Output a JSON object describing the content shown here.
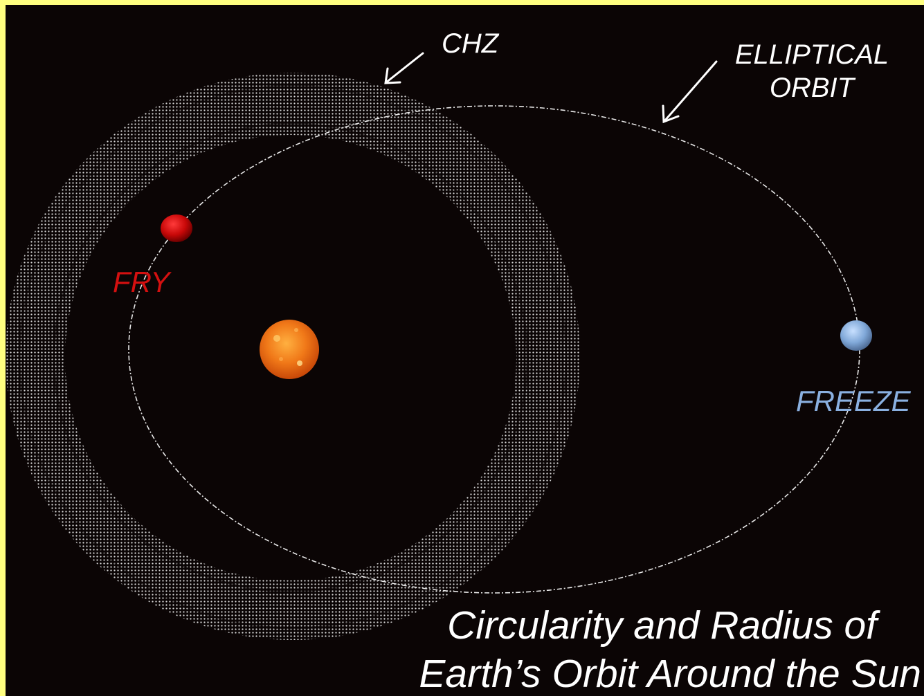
{
  "labels": {
    "chz": "CHZ",
    "elliptical_orbit_line1": "ELLIPTICAL",
    "elliptical_orbit_line2": "ORBIT",
    "fry": "FRY",
    "freeze": "FREEZE"
  },
  "caption": {
    "line1": "Circularity and Radius of",
    "line2": "Earth’s Orbit Around the Sun"
  },
  "colors": {
    "background_border": "#ffff80",
    "space": "#0b0505",
    "fry": "#d41010",
    "freeze": "#8ab0e0",
    "sun": "#f08020",
    "zone_dots": "#d8d8d8"
  },
  "icons": {
    "sun": "sun-icon",
    "hot_planet": "red-planet-icon",
    "cold_planet": "blue-planet-icon",
    "arrow": "arrow-icon"
  }
}
